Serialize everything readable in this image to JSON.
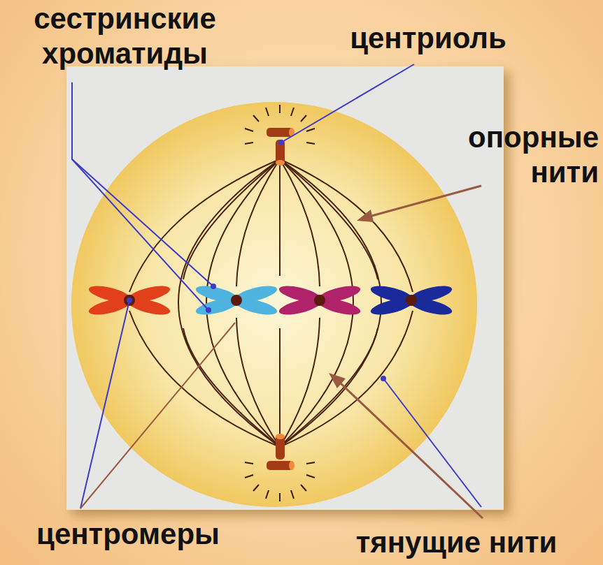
{
  "diagram": {
    "labels": [
      "сестринские хроматиды",
      "центриоль",
      "опорные нити",
      "центромеры",
      "тянущие нити"
    ]
  }
}
